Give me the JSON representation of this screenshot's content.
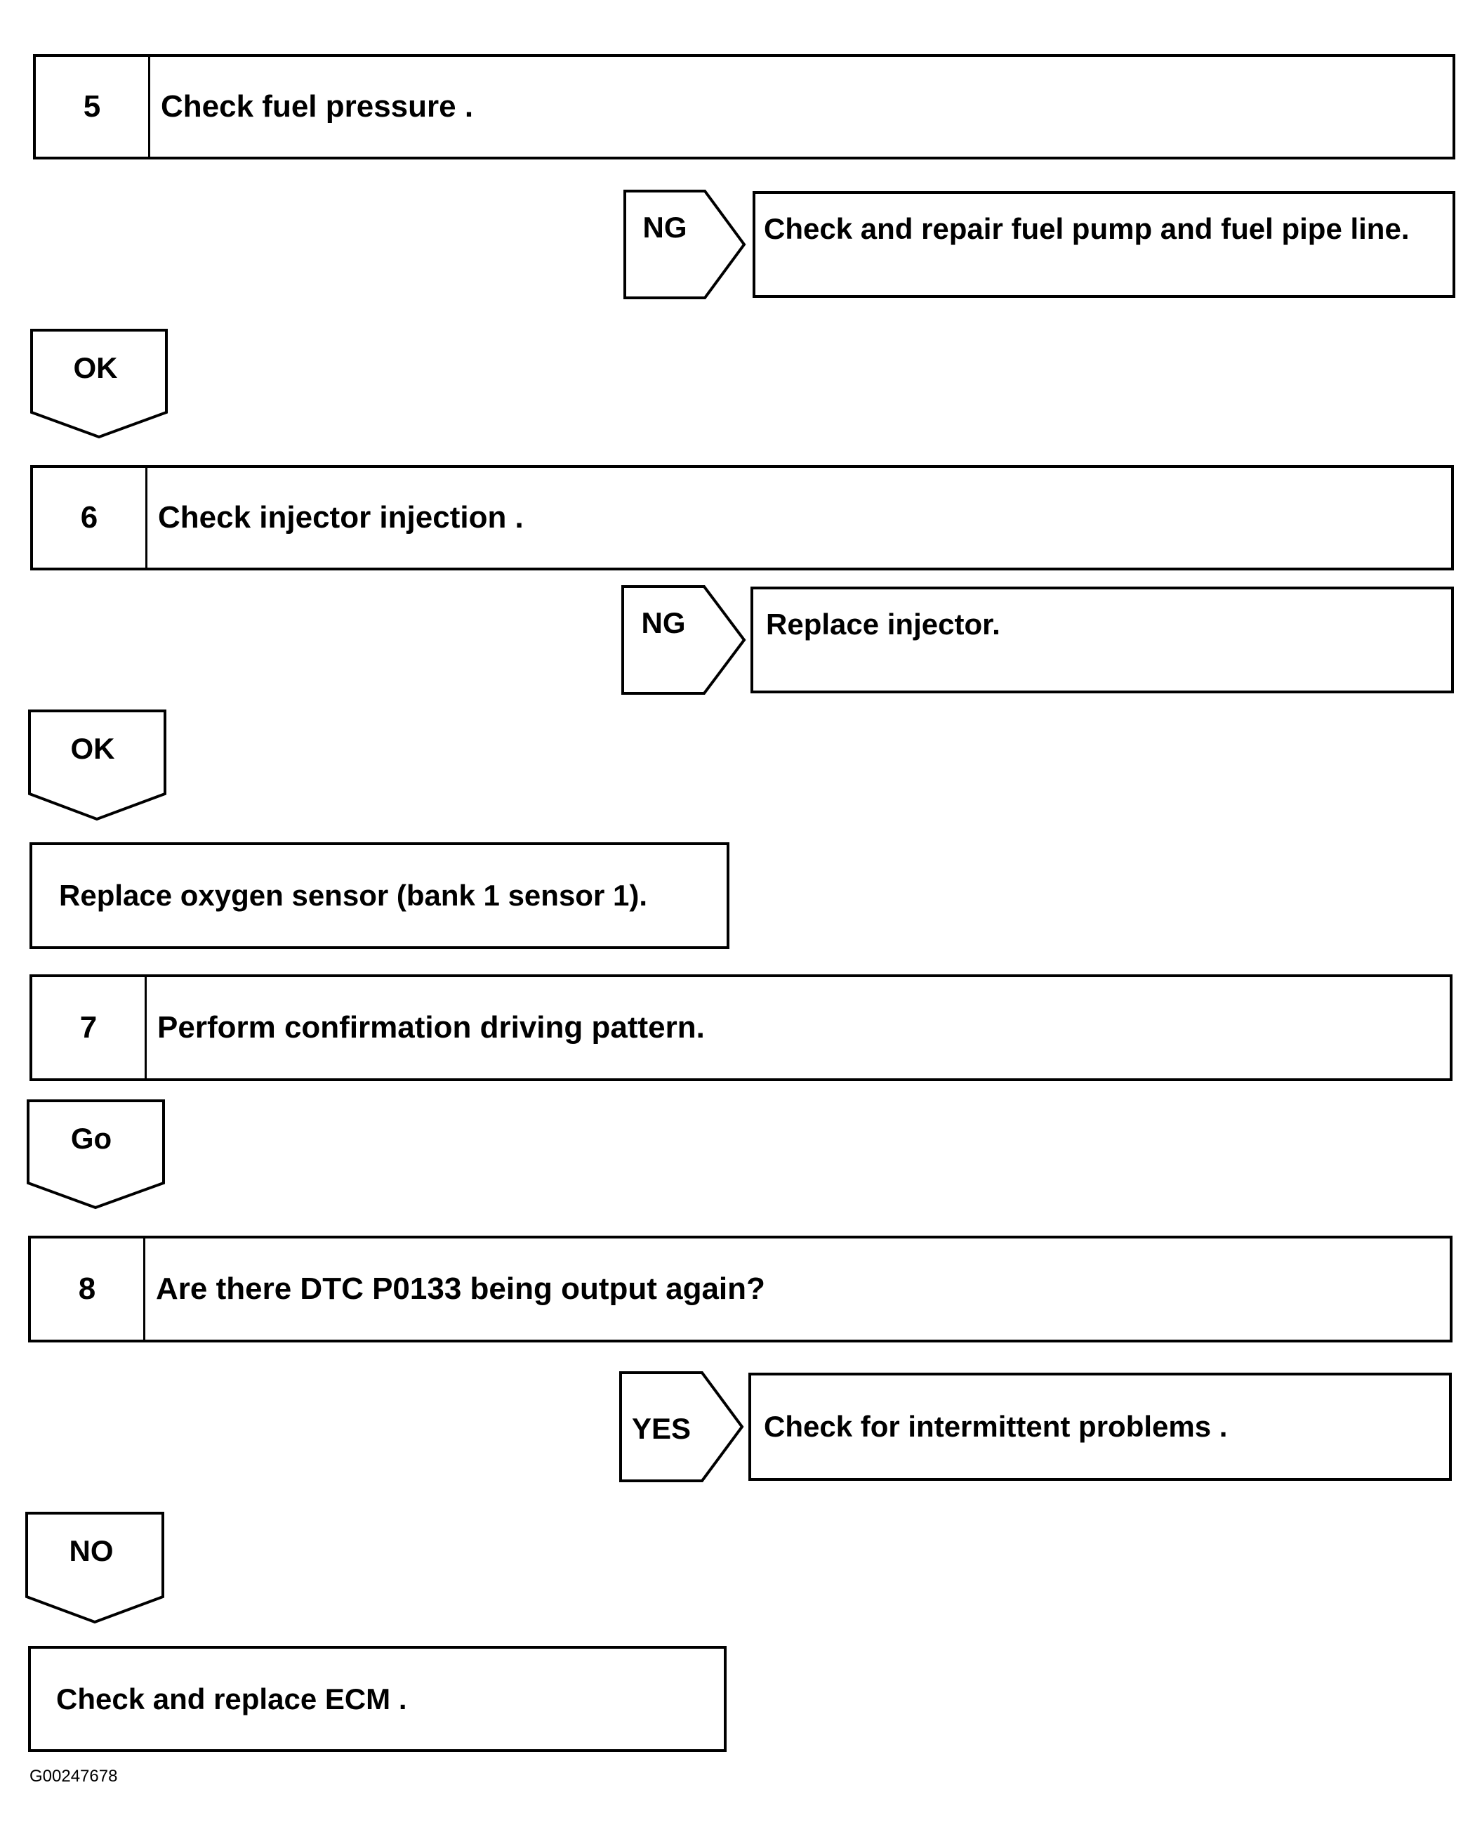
{
  "steps": [
    {
      "number": "5",
      "text": "Check fuel pressure ."
    },
    {
      "number": "6",
      "text": "Check injector injection ."
    },
    {
      "number": "7",
      "text": "Perform confirmation driving pattern."
    },
    {
      "number": "8",
      "text": "Are there DTC P0133 being output again?"
    }
  ],
  "branches": {
    "step5_ng": {
      "label": "NG",
      "result": "Check and repair fuel pump and fuel pipe line."
    },
    "step5_ok": {
      "label": "OK"
    },
    "step6_ng": {
      "label": "NG",
      "result": "Replace injector."
    },
    "step6_ok": {
      "label": "OK",
      "result": "Replace oxygen sensor (bank 1 sensor 1)."
    },
    "step7_go": {
      "label": "Go"
    },
    "step8_yes": {
      "label": "YES",
      "result": "Check for intermittent problems ."
    },
    "step8_no": {
      "label": "NO",
      "result": "Check and replace ECM ."
    }
  },
  "figure_id": "G00247678"
}
